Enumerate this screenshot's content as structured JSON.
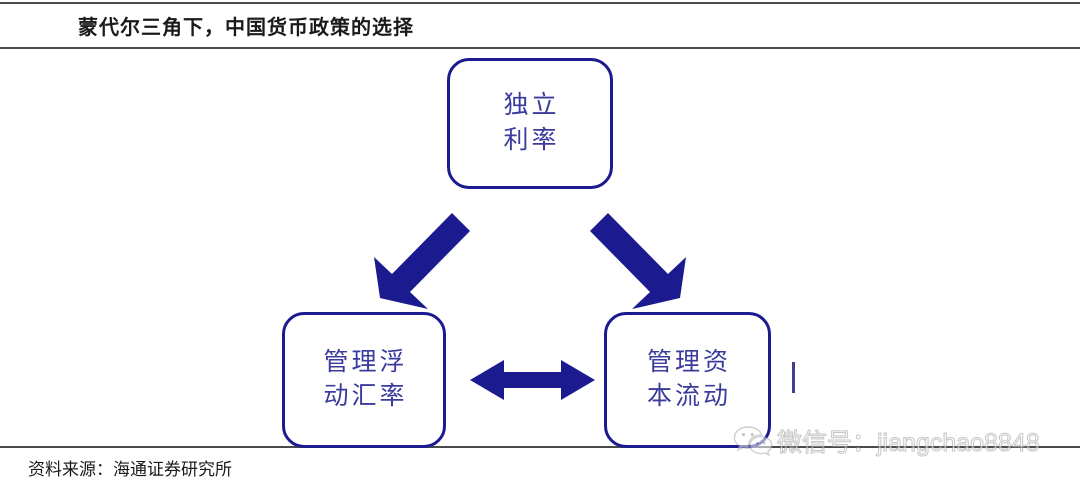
{
  "document": {
    "title": "蒙代尔三角下，中国货币政策的选择",
    "source_note": "资料来源：海通证券研究所"
  },
  "diagram": {
    "type": "triangle-relationship",
    "node_border_color": "#1b1b8f",
    "node_text_color": "#3b3b9e",
    "arrow_color": "#1b1b8f",
    "nodes": [
      {
        "id": "independent-rate",
        "lines": [
          "独立",
          "利率"
        ]
      },
      {
        "id": "managed-float",
        "lines": [
          "管理浮",
          "动汇率"
        ]
      },
      {
        "id": "managed-capital",
        "lines": [
          "管理资",
          "本流动"
        ]
      }
    ],
    "connectors": [
      {
        "id": "float-to-rate",
        "style": "double-headed",
        "orientation": "diagonal-up-right"
      },
      {
        "id": "rate-to-capital",
        "style": "double-headed",
        "orientation": "diagonal-down-right"
      },
      {
        "id": "float-to-capital",
        "style": "double-headed",
        "orientation": "horizontal"
      }
    ]
  },
  "watermark": {
    "icon": "wechat-icon",
    "text": "微信号：jiangchao8848"
  }
}
